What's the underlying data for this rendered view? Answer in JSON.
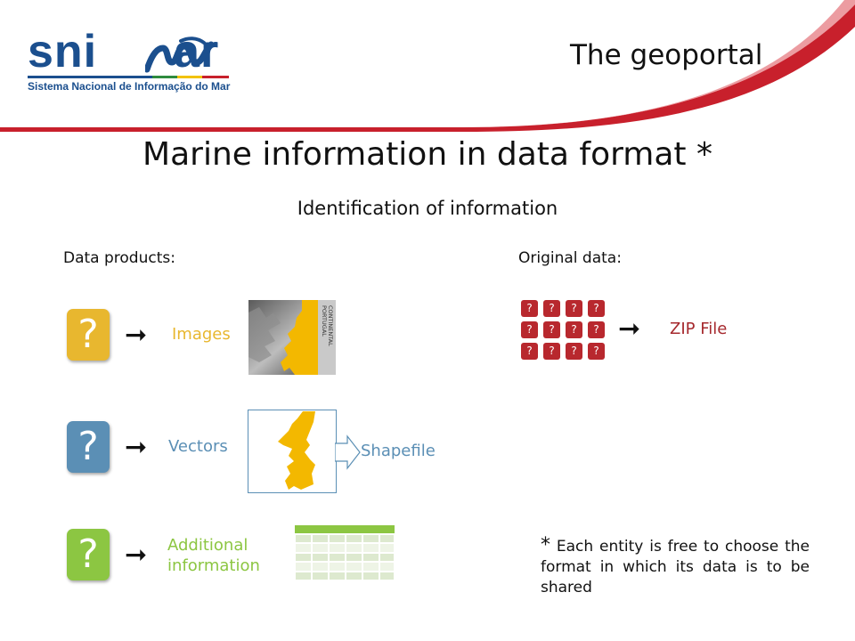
{
  "header": {
    "logo_sni": "sni",
    "logo_ar": "ar",
    "logo_subtitle": "Sistema Nacional de Informação do Mar",
    "page_heading": "The geoportal"
  },
  "title": "Marine information in data format *",
  "subtitle": "Identification of information",
  "data_products": {
    "heading": "Data products:",
    "items": [
      {
        "glyph": "?",
        "label": "Images",
        "color": "#e8b72f"
      },
      {
        "glyph": "?",
        "label": "Vectors",
        "color": "#5b8fb5"
      },
      {
        "glyph": "?",
        "label_line1": "Additional",
        "label_line2": "information",
        "color": "#8cc642"
      }
    ],
    "map_label_1": "PORTUGAL",
    "map_label_2": "CONTINENTAL",
    "shapefile_label": "Shapefile"
  },
  "original_data": {
    "heading": "Original data:",
    "glyph": "?",
    "zip_label": "ZIP File",
    "color": "#b8282e"
  },
  "arrow_glyph": "➞",
  "note": {
    "star": "*",
    "text": " Each entity is free to choose the format in which its data is to be shared"
  },
  "colors": {
    "brand_blue": "#1b4f8e",
    "accent_red": "#c8202c"
  }
}
